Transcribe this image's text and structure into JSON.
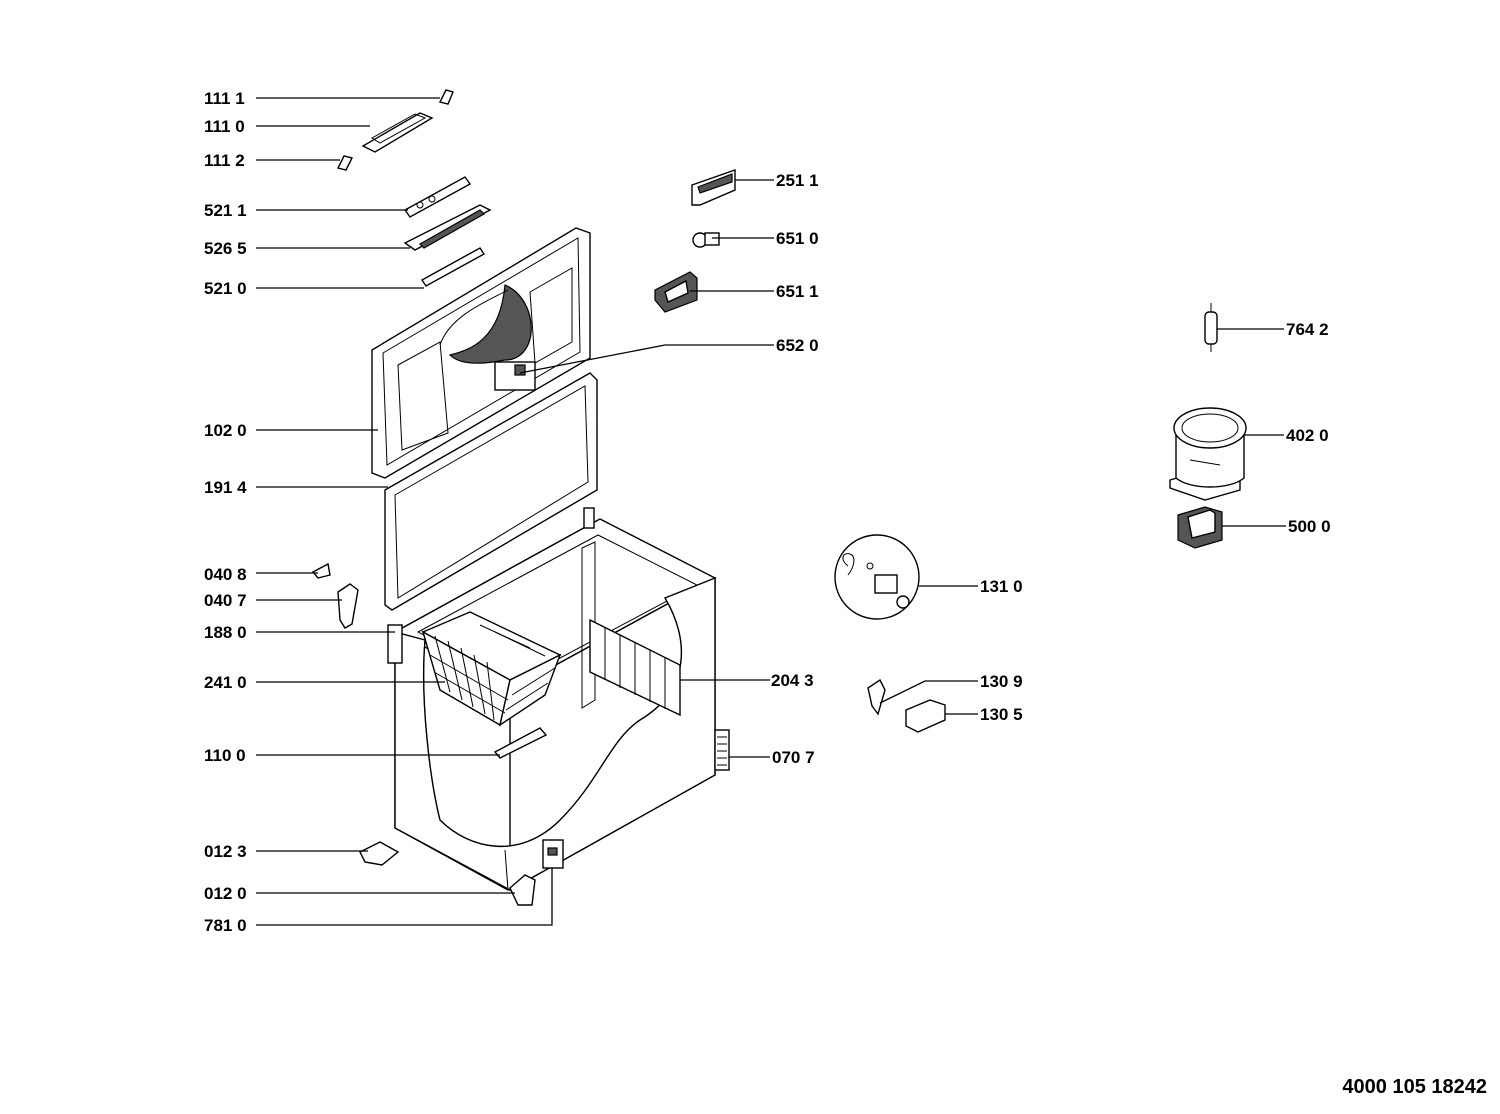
{
  "labels": {
    "p1111": "111 1",
    "p1110": "111 0",
    "p1112": "111 2",
    "p5211": "521 1",
    "p5265": "526 5",
    "p5210": "521 0",
    "p1020": "102 0",
    "p1914": "191 4",
    "p0408": "040 8",
    "p0407": "040 7",
    "p1880": "188 0",
    "p2410": "241 0",
    "p1100": "110 0",
    "p0123": "012 3",
    "p0120": "012 0",
    "p7810": "781 0",
    "p2511": "251 1",
    "p6510": "651 0",
    "p6511": "651 1",
    "p6520": "652 0",
    "p2043": "204 3",
    "p0707": "070 7",
    "p1310": "131 0",
    "p1309": "130 9",
    "p1305": "130 5",
    "p7642": "764 2",
    "p4020": "402 0",
    "p5000": "500 0"
  },
  "document_number": "4000 105 18242"
}
